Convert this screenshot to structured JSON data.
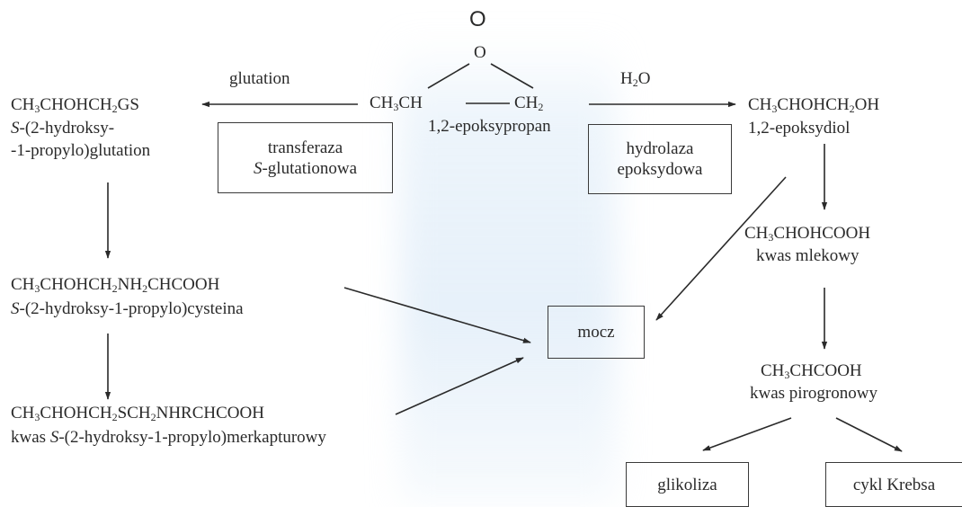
{
  "molecule": {
    "oxygen_top": "O",
    "oxygen_ring": "O",
    "formula_left": "CH3CH",
    "formula_right": "CH2",
    "name": "1,2-epoksypropan"
  },
  "reagents": {
    "left": "glutation",
    "right": "H2O"
  },
  "enzymes": {
    "transferase": {
      "line1": "transferaza",
      "line2_prefix": "S",
      "line2_suffix": "-glutationowa"
    },
    "hydrolase": {
      "line1": "hydrolaza",
      "line2": "epoksydowa"
    }
  },
  "compounds": {
    "glutathione_conjugate": {
      "formula": "CH3CHOHCH2GS",
      "name_line1_prefix": "S",
      "name_line1_suffix": "-(2-hydroksy-",
      "name_line2": "-1-propylo)glutation"
    },
    "cysteine_conjugate": {
      "formula": "CH3CHOHCH2NH2CHCOOH",
      "name_prefix": "S",
      "name_suffix": "-(2-hydroksy-1-propylo)cysteina"
    },
    "mercapturic": {
      "formula": "CH3CHOHCH2SCH2NHRCHCOOH",
      "name_prefix": "kwas ",
      "name_italic": "S",
      "name_suffix": "-(2-hydroksy-1-propylo)merkapturowy"
    },
    "diol": {
      "formula": "CH3CHOHCH2OH",
      "name": "1,2-epoksydiol"
    },
    "lactic": {
      "formula": "CH3CHOHCOOH",
      "name": "kwas mlekowy"
    },
    "pyruvic": {
      "formula": "CH3CHCOOH",
      "name": "kwas pirogronowy"
    }
  },
  "outputs": {
    "urine": "mocz",
    "glycolysis": "glikoliza",
    "krebs": "cykl Krebsa"
  },
  "colors": {
    "ink": "#2a2a2a",
    "box_border": "#3a3a3a",
    "background": "#ffffff",
    "glow": "#dbe9f6"
  }
}
